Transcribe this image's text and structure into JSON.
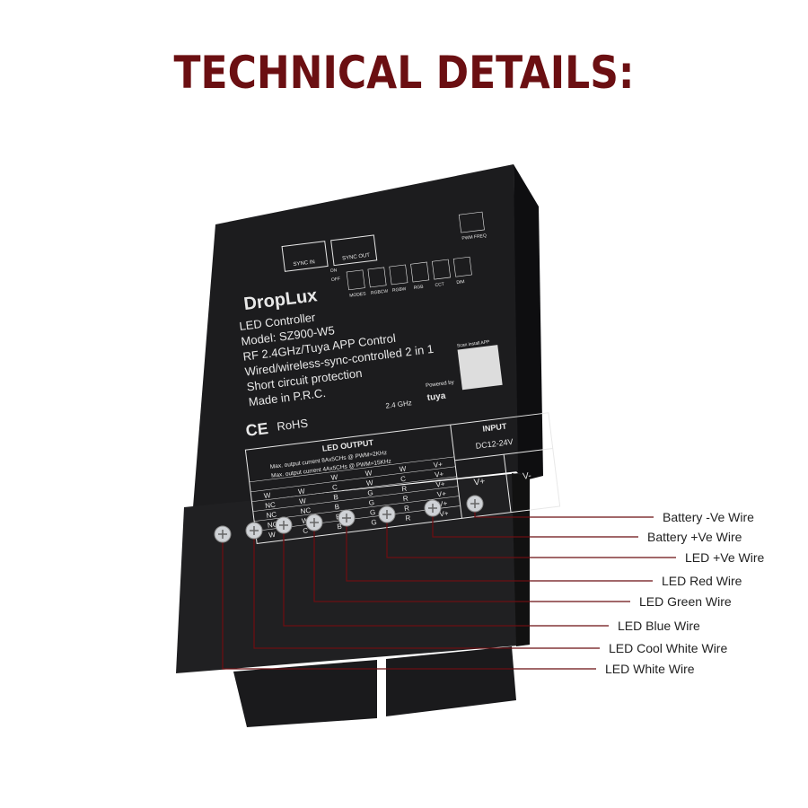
{
  "title": "TECHNICAL DETAILS:",
  "colors": {
    "title": "#6b0f12",
    "callout_line": "#6b0f12",
    "device_body": "#1c1c1e",
    "device_print": "#e8e8e8"
  },
  "device": {
    "brand": "DropLux",
    "lines": [
      "LED Controller",
      "Model: SZ900-W5",
      "RF 2.4GHz/Tuya APP Control",
      "Wired/wireless-sync-controlled 2 in 1",
      "Short circuit protection",
      "Made in P.R.C."
    ],
    "marks": [
      "CE",
      "RoHS",
      "2.4 GHz",
      "Powered by",
      "tuya",
      "Scan install APP"
    ],
    "ports": [
      "SYNC IN",
      "SYNC OUT"
    ],
    "dip_labels": [
      "MODES",
      "RGBCW",
      "RGBW",
      "RGB",
      "CCT",
      "DIM",
      "PWM FREQ",
      "ON",
      "OFF"
    ],
    "table": {
      "output_header": "LED OUTPUT",
      "current_lines": [
        "Max. output current 8Ax5CHs @ PWM=2KHz",
        "Max. output current 4Ax5CHs @ PWM=15KHz"
      ],
      "rows": [
        [
          "",
          "",
          "W",
          "W",
          "W",
          "V+"
        ],
        [
          "W",
          "W",
          "C",
          "W",
          "C",
          "V+"
        ],
        [
          "NC",
          "W",
          "B",
          "G",
          "R",
          "V+"
        ],
        [
          "NC",
          "NC",
          "B",
          "G",
          "R",
          "V+"
        ],
        [
          "NC",
          "W",
          "B",
          "G",
          "R",
          "V+"
        ],
        [
          "W",
          "C",
          "B",
          "G",
          "R",
          "V+"
        ]
      ],
      "input_header": "INPUT",
      "input_voltage": "DC12-24V",
      "input_terminals": [
        "V+",
        "V-"
      ]
    }
  },
  "callouts": [
    {
      "label": "Battery -Ve Wire"
    },
    {
      "label": "Battery +Ve Wire"
    },
    {
      "label": "LED +Ve Wire"
    },
    {
      "label": "LED Red Wire"
    },
    {
      "label": "LED Green Wire"
    },
    {
      "label": "LED Blue Wire"
    },
    {
      "label": "LED Cool White Wire"
    },
    {
      "label": "LED White Wire"
    }
  ]
}
